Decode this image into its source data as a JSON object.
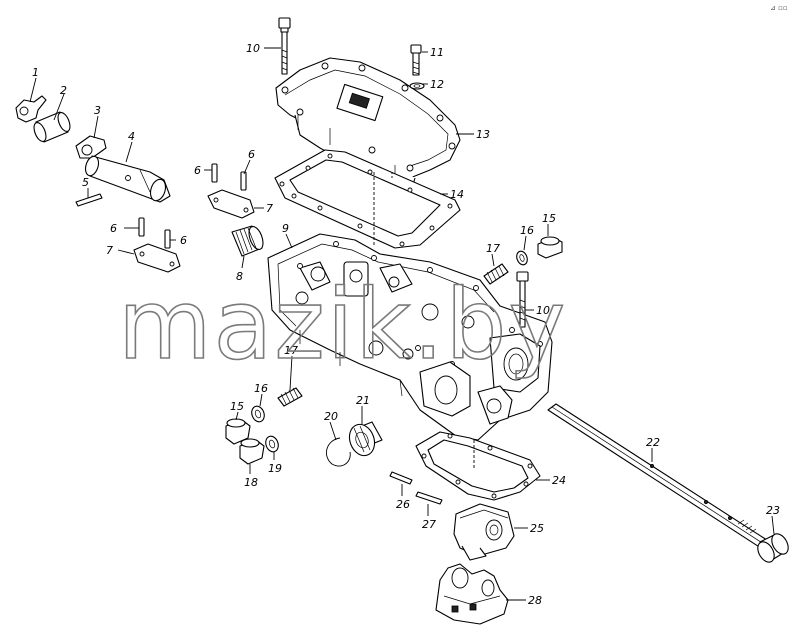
{
  "watermark": "mazik.by",
  "corner_mark": "⊿ ▫▫",
  "callouts": [
    {
      "num": "1"
    },
    {
      "num": "2"
    },
    {
      "num": "3"
    },
    {
      "num": "4"
    },
    {
      "num": "5"
    },
    {
      "num": "6"
    },
    {
      "num": "6"
    },
    {
      "num": "6"
    },
    {
      "num": "6"
    },
    {
      "num": "7"
    },
    {
      "num": "7"
    },
    {
      "num": "8"
    },
    {
      "num": "9"
    },
    {
      "num": "10"
    },
    {
      "num": "10"
    },
    {
      "num": "11"
    },
    {
      "num": "12"
    },
    {
      "num": "13"
    },
    {
      "num": "14"
    },
    {
      "num": "15"
    },
    {
      "num": "15"
    },
    {
      "num": "16"
    },
    {
      "num": "16"
    },
    {
      "num": "17"
    },
    {
      "num": "17"
    },
    {
      "num": "18"
    },
    {
      "num": "19"
    },
    {
      "num": "20"
    },
    {
      "num": "21"
    },
    {
      "num": "22"
    },
    {
      "num": "23"
    },
    {
      "num": "24"
    },
    {
      "num": "25"
    },
    {
      "num": "26"
    },
    {
      "num": "27"
    },
    {
      "num": "28"
    }
  ]
}
